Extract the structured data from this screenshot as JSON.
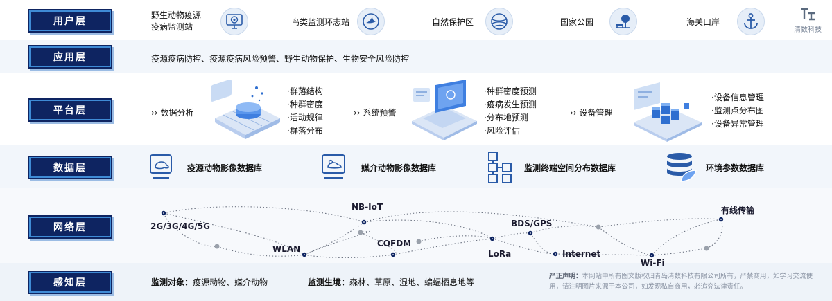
{
  "layers": {
    "user": "用户层",
    "app": "应用层",
    "platform": "平台层",
    "data": "数据层",
    "network": "网络层",
    "sensing": "感知层"
  },
  "brand": {
    "name": "清数科技"
  },
  "user_layer": {
    "items": [
      {
        "label_line1": "野生动物疫源",
        "label_line2": "疫病监测站",
        "icon": "monitor-target-icon"
      },
      {
        "label": "鸟类监测环志站",
        "icon": "bird-globe-icon"
      },
      {
        "label": "自然保护区",
        "icon": "globe-lines-icon"
      },
      {
        "label": "国家公园",
        "icon": "tree-bench-icon"
      },
      {
        "label": "海关口岸",
        "icon": "anchor-icon"
      }
    ]
  },
  "app_layer": {
    "text": "疫源疫病防控、疫源疫病风险预警、野生动物保护、生物安全风险防控"
  },
  "platform_layer": {
    "modules": [
      {
        "title": "›› 数据分析",
        "bullets": [
          "·群落结构",
          "·种群密度",
          "·活动规律",
          "·群落分布"
        ]
      },
      {
        "title": "›› 系统预警",
        "bullets": [
          "·种群密度预测",
          "·疫病发生预测",
          "·分布地预测",
          "·风险评估"
        ]
      },
      {
        "title": "›› 设备管理",
        "bullets": [
          "·设备信息管理",
          "·监测点分布图",
          "·设备异常管理"
        ]
      }
    ]
  },
  "data_layer": {
    "items": [
      {
        "label": "疫源动物影像数据库",
        "icon": "animal-monitor-icon"
      },
      {
        "label": "媒介动物影像数据库",
        "icon": "rodent-monitor-icon"
      },
      {
        "label": "监测终端空间分布数据库",
        "icon": "network-grid-icon"
      },
      {
        "label": "环境参数数据库",
        "icon": "database-leaf-icon"
      }
    ]
  },
  "network_layer": {
    "nodes": [
      "2G/3G/4G/5G",
      "NB-IoT",
      "WLAN",
      "COFDM",
      "LoRa",
      "BDS/GPS",
      "Internet",
      "Wi-Fi",
      "有线传输"
    ]
  },
  "sensing_layer": {
    "object_label": "监测对象：",
    "object_value": "疫源动物、媒介动物",
    "env_label": "监测生境：",
    "env_value": "森林、草原、湿地、蝙蝠栖息地等"
  },
  "notice": {
    "title": "严正声明：",
    "body": "本网站中所有图文版权归青岛清数科技有限公司所有，严禁商用，如学习交流使用，请注明图片来源于本公司，如发现私自商用，必追究法律责任。"
  },
  "colors": {
    "label_bg": "#0e2461",
    "label_border": "#3f8bd6",
    "accent": "#2f6fd0",
    "icon": "#2a5ba8"
  }
}
